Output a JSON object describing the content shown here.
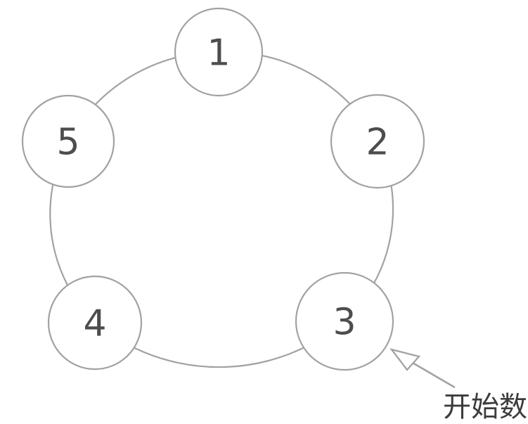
{
  "diagram": {
    "nodes": [
      {
        "label": "1"
      },
      {
        "label": "2"
      },
      {
        "label": "3"
      },
      {
        "label": "4"
      },
      {
        "label": "5"
      }
    ],
    "annotation": {
      "label": "开始数"
    }
  },
  "colors": {
    "line": "#a2a2a2",
    "node_fill": "#ffffff",
    "digit": "#4d4d4d",
    "annotation_text": "#3c3c3c"
  }
}
